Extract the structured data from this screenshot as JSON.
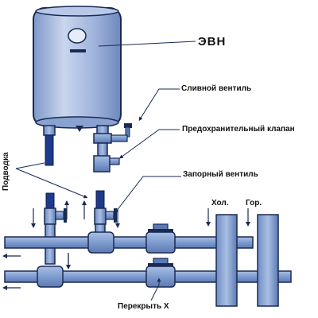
{
  "labels": {
    "heater": "ЭВН",
    "drain_valve": "Сливной вентиль",
    "safety_valve": "Предохранительный клапан",
    "shutoff_valve": "Запорный вентиль",
    "cold": "Хол.",
    "hot": "Гор.",
    "block": "Перекрыть Х",
    "supply": "Подводка"
  },
  "colors": {
    "pipe": "#8ba8d4",
    "pipe_dark": "#5a7ab5",
    "outline": "#1a2a55",
    "hose": "#1e3a8a",
    "arrow": "#1a2a55",
    "tank": "#aebfe0"
  }
}
